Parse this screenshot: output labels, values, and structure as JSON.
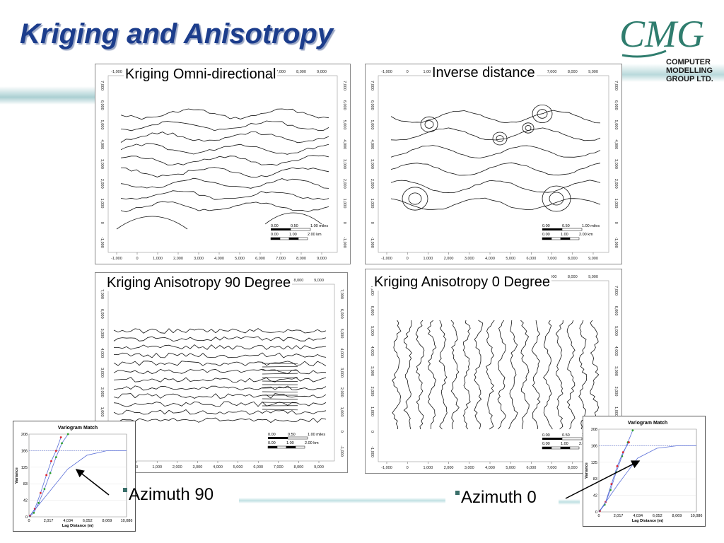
{
  "slide": {
    "title": "Kriging and Anisotropy"
  },
  "logo": {
    "mark": "CMG",
    "line1": "COMPUTER",
    "line2": "MODELLING",
    "line3": "GROUP LTD."
  },
  "panels": [
    {
      "id": "omni",
      "label": "Kriging Omni-directional"
    },
    {
      "id": "idw",
      "label": "Inverse distance"
    },
    {
      "id": "aniso90",
      "label": "Kriging Anisotropy 90 Degree"
    },
    {
      "id": "aniso0",
      "label": "Kriging Anisotropy 0 Degree"
    }
  ],
  "map_axes": {
    "x_ticks": [
      "-1,000",
      "0",
      "1,000",
      "2,000",
      "3,000",
      "4,000",
      "5,000",
      "6,000",
      "7,000",
      "8,000",
      "9,000"
    ],
    "y_ticks": [
      "-1,000",
      "0",
      "1,000",
      "2,000",
      "3,000",
      "4,000",
      "5,000",
      "6,000",
      "7,000"
    ],
    "scale_miles": [
      "0.00",
      "0.50",
      "1.00 miles"
    ],
    "scale_km": [
      "0.00",
      "1.00",
      "2.00 km"
    ]
  },
  "variograms": [
    {
      "id": "az90",
      "title": "Variogram Match",
      "xlabel": "Lag Distance (m)",
      "ylabel": "Variance",
      "x_ticks": [
        "0",
        "2,017",
        "4,034",
        "6,052",
        "8,069",
        "10,086"
      ],
      "y_ticks": [
        "0",
        "42",
        "83",
        "125",
        "166",
        "208"
      ],
      "caption": "Azimuth 90"
    },
    {
      "id": "az0",
      "title": "Variogram Match",
      "xlabel": "Lag Distance (m)",
      "ylabel": "Variance",
      "x_ticks": [
        "0",
        "2,017",
        "4,034",
        "6,052",
        "8,069",
        "10,086"
      ],
      "y_ticks": [
        "0",
        "42",
        "83",
        "125",
        "166",
        "208"
      ],
      "caption": "Azimuth 0"
    }
  ],
  "chart_data": [
    {
      "type": "line",
      "id": "az90",
      "title": "Variogram Match",
      "xlabel": "Lag Distance (m)",
      "ylabel": "Variance",
      "xlim": [
        0,
        10086
      ],
      "ylim": [
        0,
        208
      ],
      "series": [
        {
          "values_x": [
            100,
            500,
            1000,
            1600,
            2200,
            2800,
            3400,
            4034
          ],
          "values_y": [
            2,
            10,
            35,
            70,
            110,
            150,
            185,
            208
          ]
        },
        {
          "values_x": [
            100,
            600,
            1200,
            1800,
            2300,
            2800,
            3300
          ],
          "values_y": [
            3,
            20,
            60,
            105,
            140,
            166,
            200
          ]
        },
        {
          "values_x": [
            0,
            2000,
            4000,
            6000,
            8000,
            10086
          ],
          "values_y": [
            0,
            60,
            120,
            155,
            166,
            166
          ]
        }
      ]
    },
    {
      "type": "line",
      "id": "az0",
      "title": "Variogram Match",
      "xlabel": "Lag Distance (m)",
      "ylabel": "Variance",
      "xlim": [
        0,
        10086
      ],
      "ylim": [
        0,
        208
      ],
      "series": [
        {
          "values_x": [
            100,
            600,
            1200,
            1800,
            2400,
            3000,
            3500
          ],
          "values_y": [
            3,
            18,
            55,
            100,
            140,
            175,
            205
          ]
        },
        {
          "values_x": [
            100,
            700,
            1300,
            1900,
            2500,
            3100
          ],
          "values_y": [
            2,
            25,
            70,
            115,
            150,
            175
          ]
        },
        {
          "values_x": [
            0,
            2000,
            4000,
            6000,
            8000,
            10086
          ],
          "values_y": [
            0,
            70,
            135,
            160,
            166,
            166
          ]
        }
      ]
    }
  ],
  "colors": {
    "title": "#1c3d8c",
    "logo": "#2f7d6e",
    "accent_band": "#bfe0e2",
    "vario_curve": "#5a6fd8",
    "vario_points_red": "#e0202a",
    "vario_points_green": "#2aa02a"
  }
}
